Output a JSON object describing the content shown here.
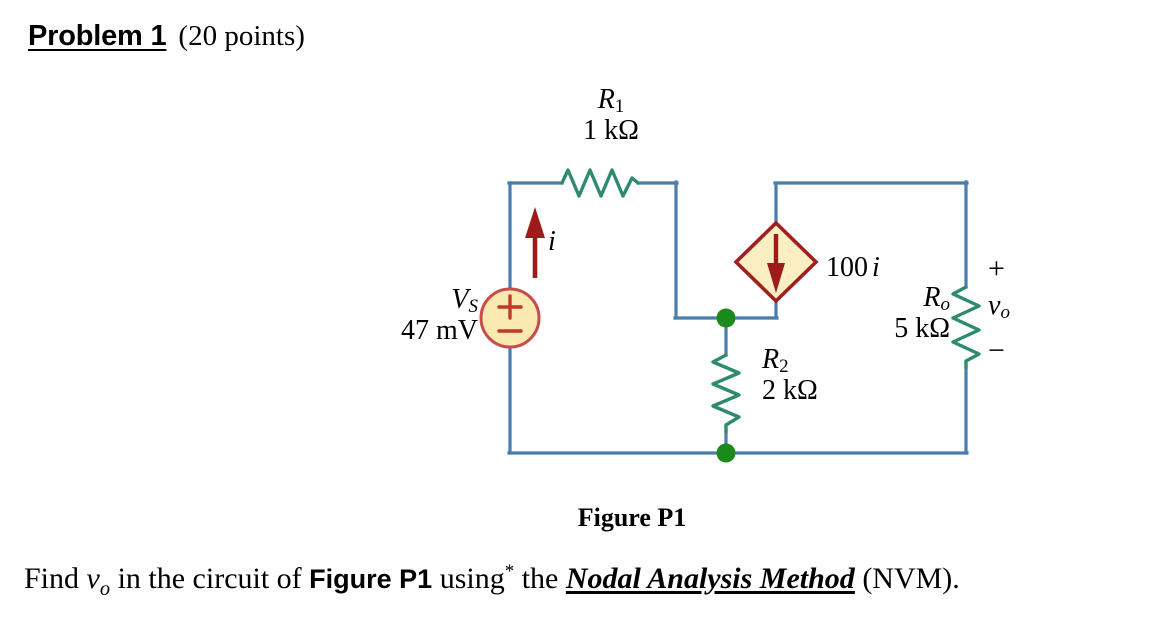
{
  "header": {
    "problem_title": "Problem 1",
    "points": "(20 points)"
  },
  "figure": {
    "caption": "Figure P1",
    "colors": {
      "wire": "#4a7cad",
      "resistor": "#2e8b6f",
      "node_dot": "#1a8a1a",
      "source_fill": "#fae9b0",
      "source_border": "#c94b4b",
      "source_symbol": "#c0392b",
      "dep_source_fill": "#faeec2",
      "dep_source_border": "#a02020",
      "arrow": "#9e1b1b"
    },
    "components": {
      "r1": {
        "name": "R",
        "subscript": "1",
        "value": "1 kΩ"
      },
      "r2": {
        "name": "R",
        "subscript": "2",
        "value": "2 kΩ"
      },
      "ro": {
        "name": "R",
        "subscript": "o",
        "value": "5 kΩ"
      },
      "vs": {
        "name": "V",
        "subscript": "S",
        "value": "47 mV",
        "symbol_plus": "+",
        "symbol_minus": "−"
      },
      "dependent_source": {
        "label": "100",
        "label_var": "i",
        "type": "current-source",
        "direction": "down"
      },
      "current_arrow": {
        "label": "i",
        "direction": "up"
      },
      "output_voltage": {
        "name": "v",
        "subscript": "o",
        "polarity_plus": "+",
        "polarity_minus": "−"
      }
    }
  },
  "question": {
    "part1": "Find ",
    "var_v": "v",
    "var_v_sub": "o",
    "part2": " in the circuit of ",
    "figure_ref": "Figure P1",
    "part3": " using",
    "footnote_marker": "*",
    "part4": " the ",
    "method": "Nodal Analysis Method",
    "part5": " (NVM)."
  }
}
